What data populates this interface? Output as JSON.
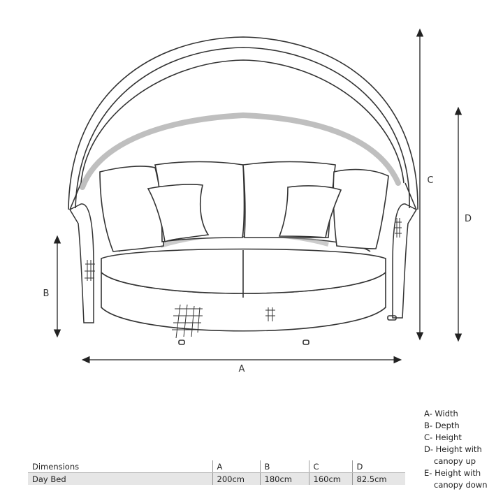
{
  "drawing": {
    "dimension_letters": {
      "width": "A",
      "depth": "B",
      "height": "C",
      "height_canopy_up": "D"
    }
  },
  "legend": [
    {
      "letter": "A",
      "text": "A- Width",
      "cont": ""
    },
    {
      "letter": "B",
      "text": "B- Depth",
      "cont": ""
    },
    {
      "letter": "C",
      "text": "C- Height",
      "cont": ""
    },
    {
      "letter": "D",
      "text": "D- Height with",
      "cont": "canopy up"
    },
    {
      "letter": "E",
      "text": "E- Height with",
      "cont": "canopy down"
    }
  ],
  "table": {
    "header": {
      "label": "Dimensions",
      "a": "A",
      "b": "B",
      "c": "C",
      "d": "D"
    },
    "row": {
      "label": "Day Bed",
      "a": "200cm",
      "b": "180cm",
      "c": "160cm",
      "d": "82.5cm"
    }
  }
}
